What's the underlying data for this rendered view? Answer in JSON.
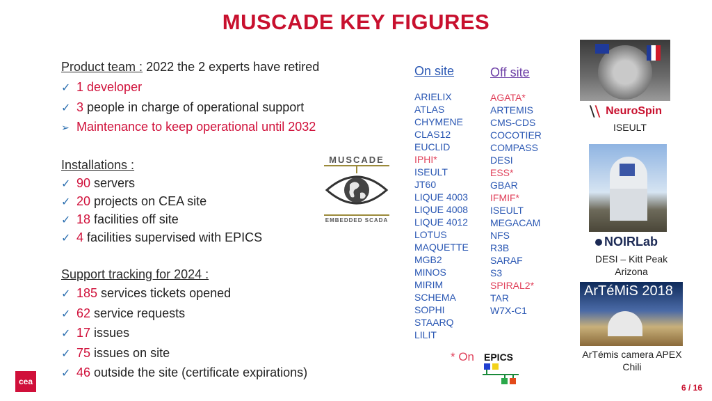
{
  "title": "MUSCADE KEY FIGURES",
  "product": {
    "head": "Product team :",
    "text": " 2022 the 2 experts have retired",
    "items": [
      {
        "num": "1 developer",
        "rest": ""
      },
      {
        "num": "3",
        "rest": " people in charge of operational support"
      }
    ],
    "arrow_item": "Maintenance to keep operational until 2032"
  },
  "installations": {
    "head": "Installations :",
    "items": [
      {
        "num": "90",
        "rest": " servers"
      },
      {
        "num": "20",
        "rest": " projects on CEA site"
      },
      {
        "num": "18",
        "rest": " facilities off site"
      },
      {
        "num": "4",
        "rest": " facilities supervised with EPICS"
      }
    ]
  },
  "support": {
    "head": "Support tracking for 2024 :",
    "items": [
      {
        "num": "185",
        "rest": " services tickets opened"
      },
      {
        "num": "62",
        "rest": " service requests"
      },
      {
        "num": "17",
        "rest": " issues"
      },
      {
        "num": "75",
        "rest": " issues on site"
      },
      {
        "num": "46",
        "rest": " outside the site (certificate expirations)"
      }
    ]
  },
  "logo": {
    "top": "MUSCADE",
    "bottom": "EMBEDDED SCADA"
  },
  "onsite": {
    "head": "On site",
    "items": [
      "ARIELIX",
      "ATLAS",
      "CHYMENE",
      "CLAS12",
      "EUCLID",
      "IPHI*",
      "ISEULT",
      "JT60",
      "LIQUE 4003",
      "LIQUE 4008",
      "LIQUE 4012",
      "LOTUS",
      "MAQUETTE",
      "MGB2",
      "MINOS",
      "MIRIM",
      "SCHEMA",
      "SOPHI",
      "STAARQ",
      "LILIT"
    ],
    "highlight": [
      "IPHI*"
    ]
  },
  "offsite": {
    "head": "Off site",
    "items": [
      "AGATA*",
      "ARTEMIS",
      "CMS-CDS",
      "COCOTIER",
      "COMPASS",
      "DESI",
      "ESS*",
      "GBAR",
      "IFMIF*",
      "ISEULT",
      "MEGACAM",
      "NFS",
      "R3B",
      "SARAF",
      "S3",
      "SPIRAL2*",
      "TAR",
      "W7X-C1"
    ],
    "highlight": [
      "AGATA*",
      "ESS*",
      "IFMIF*",
      "SPIRAL2*"
    ]
  },
  "epics_note": {
    "star": "* On",
    "label": "EPICS"
  },
  "images": {
    "neurospin": "NeuroSpin",
    "iseult": "ISEULT",
    "noirlab": "NOIRLab",
    "desi_line1": "DESI – Kitt Peak",
    "desi_line2": "Arizona",
    "artemis_banner": "ArTéMiS 2018",
    "artemis_line1": "ArTémis camera APEX",
    "artemis_line2": "Chili"
  },
  "cea_logo": "cea",
  "page": "6 / 16"
}
